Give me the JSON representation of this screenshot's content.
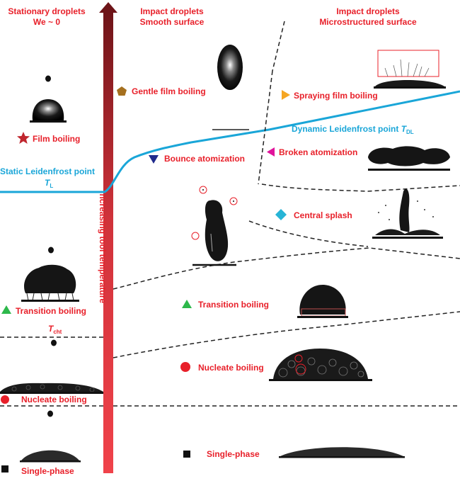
{
  "headers": {
    "stationary": [
      "Stationary droplets",
      "We ~ 0"
    ],
    "smooth": [
      "Impact droplets",
      "Smooth surface"
    ],
    "micro": [
      "Impact droplets",
      "Microstructured surface"
    ]
  },
  "axis_label": "Increasing tool temperature",
  "static_point": {
    "text": "Static Leidenfrost point",
    "symbol": "T",
    "sub": "L"
  },
  "dynamic_point": {
    "text": "Dynamic Leidenfrost point ",
    "symbol": "T",
    "sub": "DL"
  },
  "tcht": {
    "symbol": "T",
    "sub": "cht"
  },
  "regimes": {
    "film_boiling": "Film boiling",
    "gentle_film_boiling": "Gentle film boiling",
    "spraying_film_boiling": "Spraying film boiling",
    "bounce_atomization": "Bounce atomization",
    "broken_atomization": "Broken atomization",
    "central_splash": "Central splash",
    "transition_boiling_left": "Transition boiling",
    "transition_boiling_mid": "Transition boiling",
    "nucleate_boiling_left": "Nucleate boiling",
    "nucleate_boiling_mid": "Nucleate boiling",
    "single_phase_left": "Single-phase",
    "single_phase_mid": "Single-phase"
  },
  "colors": {
    "label_red": "#e8202a",
    "cyan": "#1aa6d8",
    "star": "#c0262e",
    "pentagon": "#a5701f",
    "tri_down": "#1f2a8c",
    "tri_right": "#f5a623",
    "tri_left": "#e0139b",
    "diamond": "#27b4d6",
    "tri_up": "#2db84b",
    "circle": "#e8202a",
    "square": "#111111"
  },
  "icons": [
    "star-icon",
    "pentagon-icon",
    "triangle-down-icon",
    "triangle-right-icon",
    "triangle-left-icon",
    "diamond-icon",
    "triangle-up-icon",
    "circle-icon",
    "square-icon"
  ]
}
